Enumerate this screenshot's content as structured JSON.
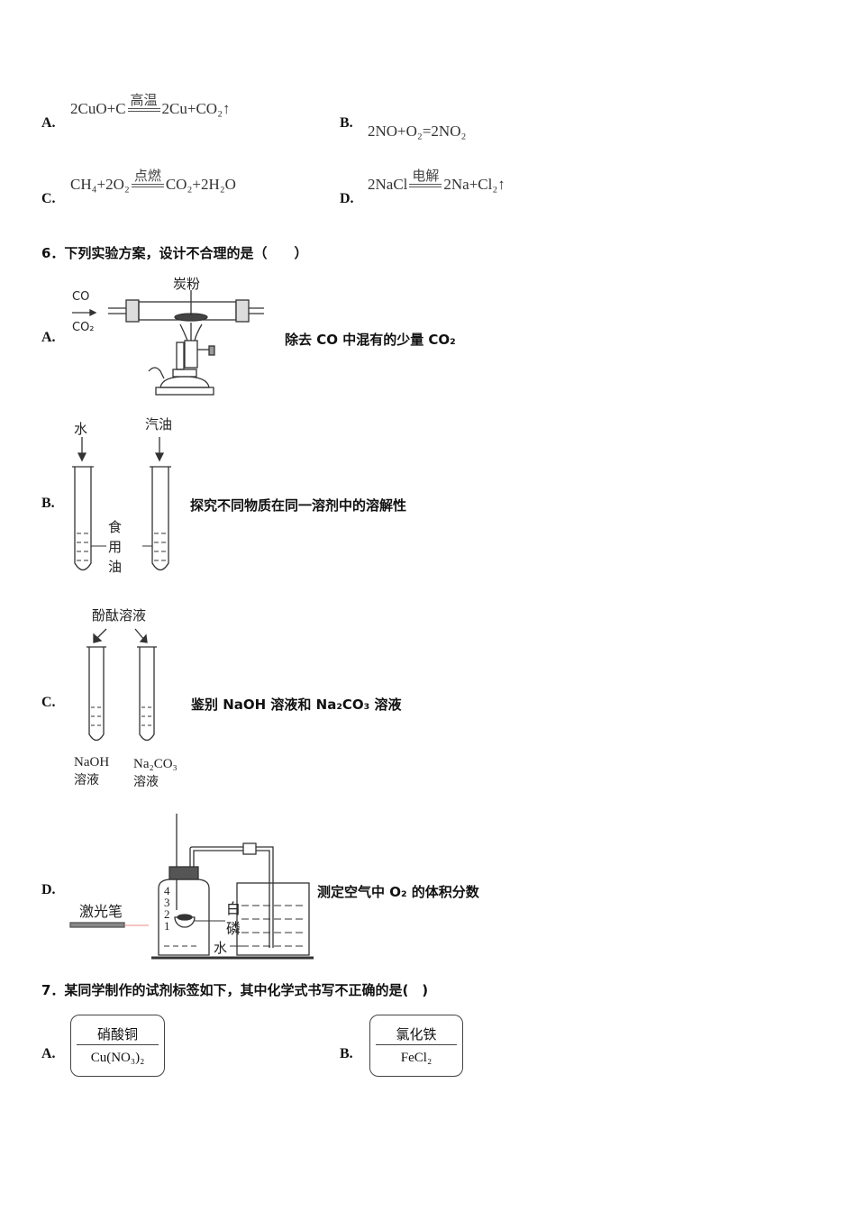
{
  "q5_options": [
    {
      "label": "A.",
      "lhs": "2CuO+C",
      "condition": "高温",
      "rhs": "2Cu+CO₂↑"
    },
    {
      "label": "B.",
      "equation": "2NO+O₂=2NO₂"
    },
    {
      "label": "C.",
      "lhs": "CH₄+2O₂",
      "condition": "点燃",
      "rhs": "CO₂+2H₂O"
    },
    {
      "label": "D.",
      "lhs": "2NaCl",
      "condition": "电解",
      "rhs": "2Na+Cl₂↑"
    }
  ],
  "q6": {
    "title": "6．下列实验方案，设计不合理的是（　　）",
    "options": [
      {
        "label": "A.",
        "desc": "除去 CO 中混有的少量 CO₂",
        "diagram": {
          "powder": "炭粉",
          "gas_top": "CO",
          "gas_bottom": "CO₂"
        }
      },
      {
        "label": "B.",
        "desc": "探究不同物质在同一溶剂中的溶解性",
        "diagram": {
          "water": "水",
          "gasoline": "汽油",
          "oil": [
            "食",
            "用",
            "油"
          ]
        }
      },
      {
        "label": "C.",
        "desc": "鉴别 NaOH 溶液和 Na₂CO₃ 溶液",
        "diagram": {
          "reagent": "酚酞溶液",
          "left": [
            "NaOH",
            "溶液"
          ],
          "right": [
            "Na₂CO₃",
            "溶液"
          ]
        }
      },
      {
        "label": "D.",
        "desc": "测定空气中 O₂ 的体积分数",
        "diagram": {
          "laser": "激光笔",
          "phosphorus": [
            "白",
            "磷"
          ],
          "water": "水",
          "scale": [
            "4",
            "3",
            "2",
            "1"
          ]
        }
      }
    ]
  },
  "q7": {
    "title": "7．某同学制作的试剂标签如下，其中化学式书写不正确的是(　)",
    "options": [
      {
        "label": "A.",
        "name": "硝酸铜",
        "formula": "Cu(NO₃)₂"
      },
      {
        "label": "B.",
        "name": "氯化铁",
        "formula": "FeCl₂"
      }
    ]
  }
}
